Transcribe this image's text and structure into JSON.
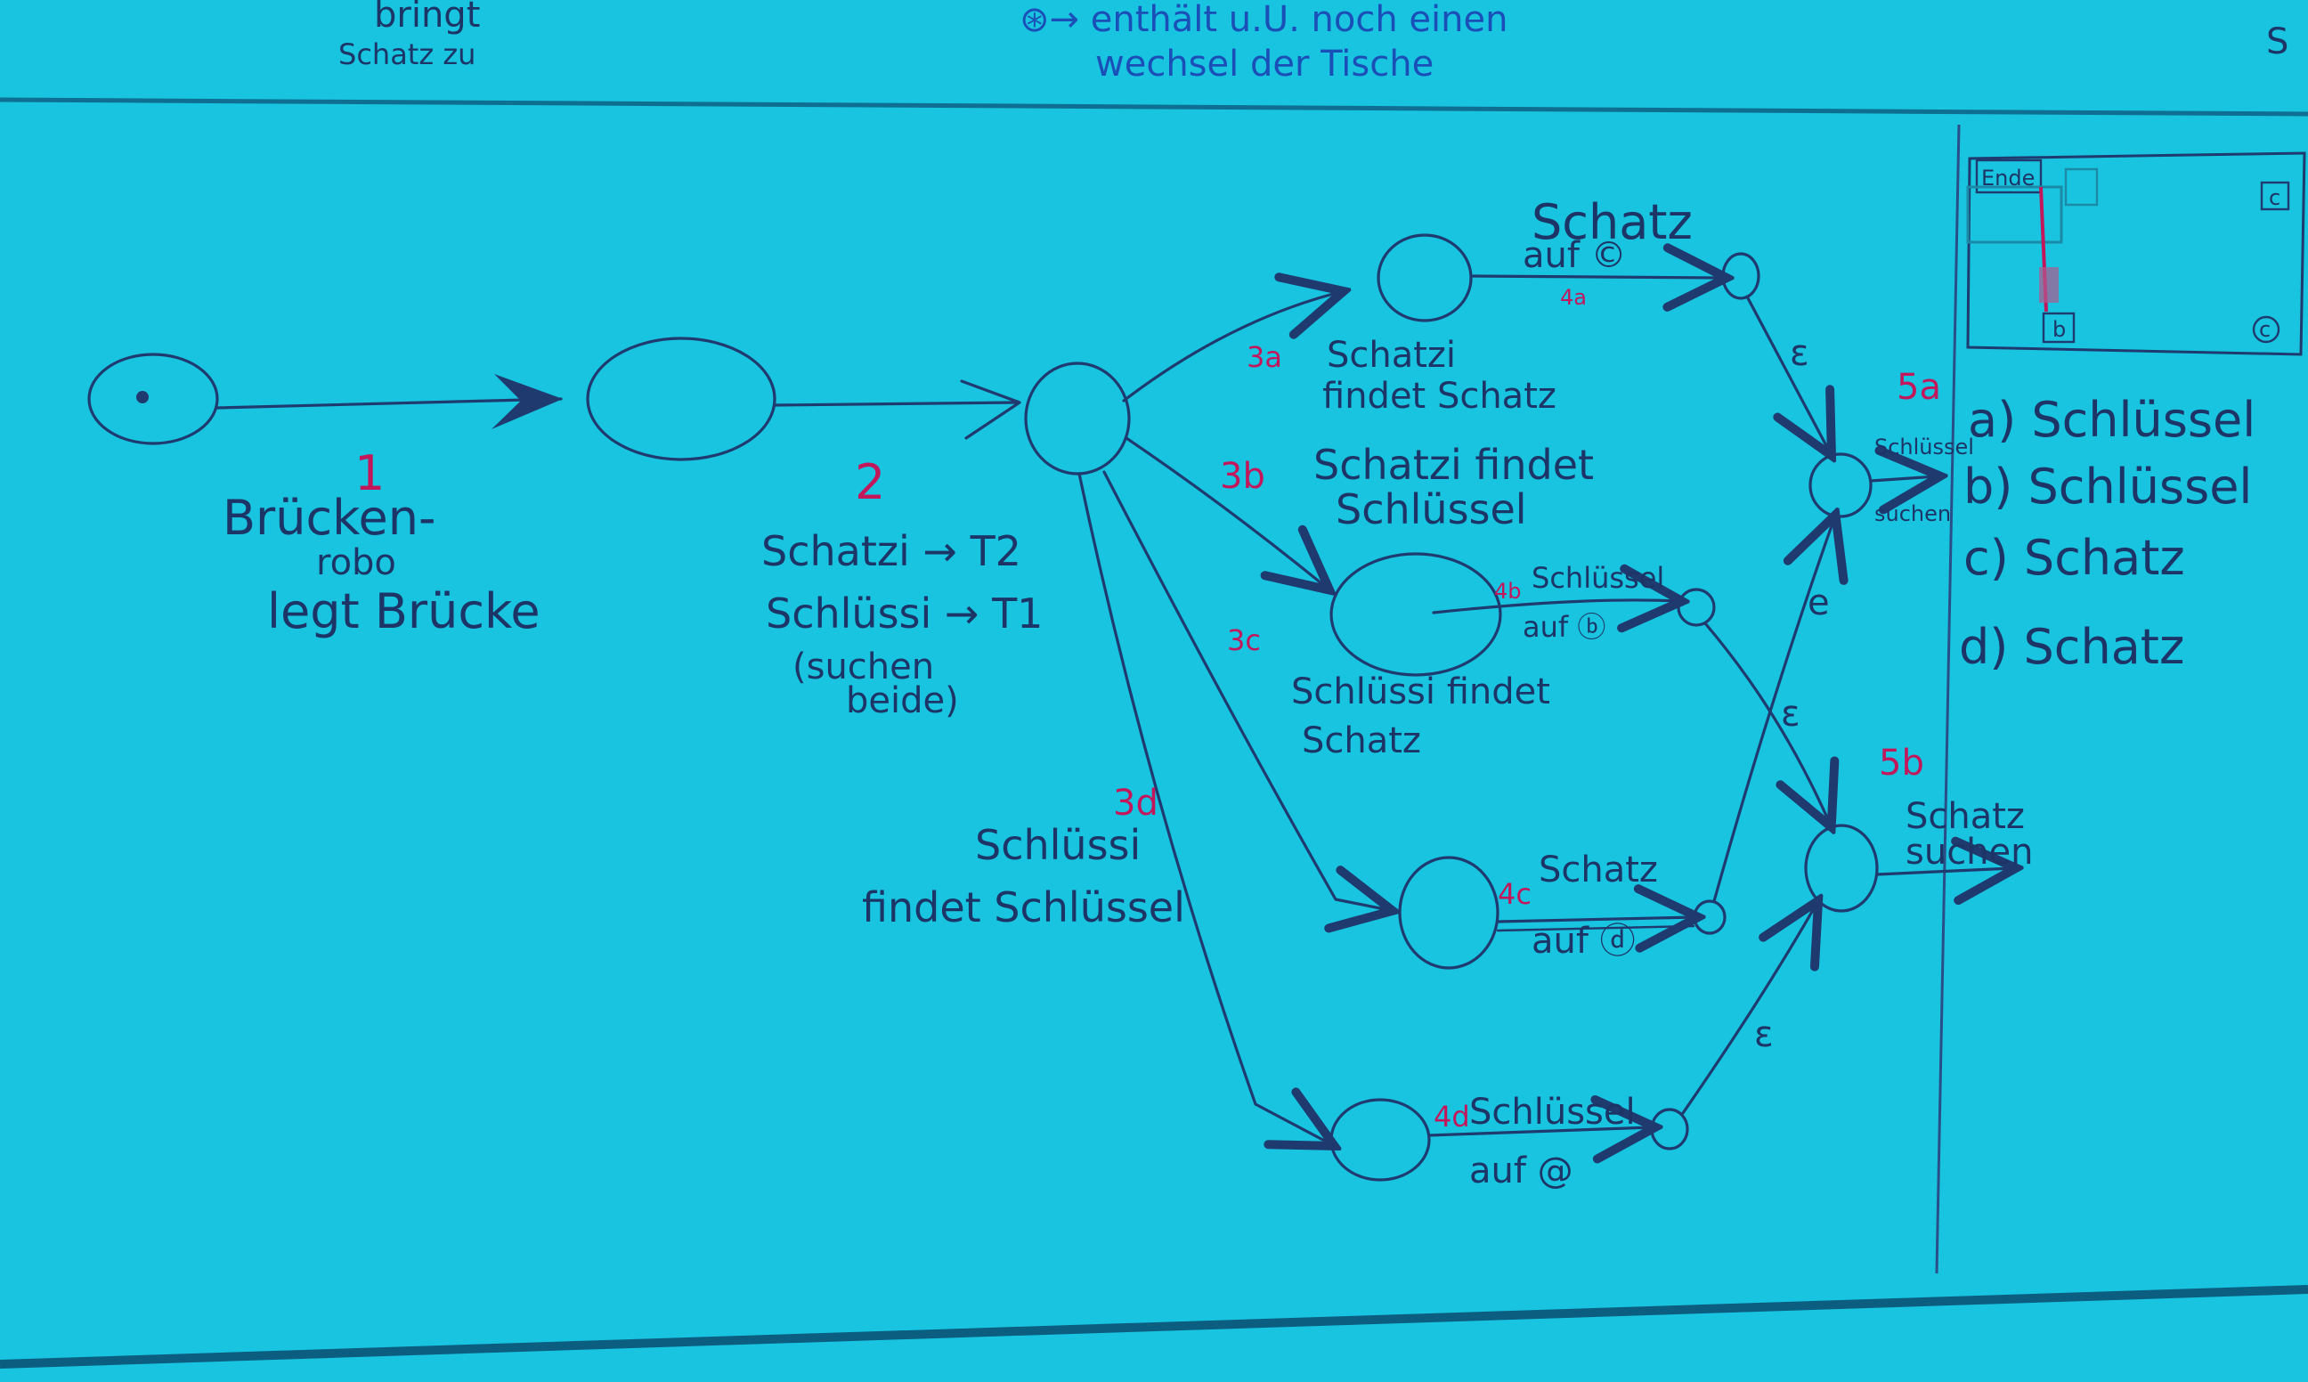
{
  "top_strip": {
    "left_small": "Schatz zu",
    "bringt": "bringt",
    "note_line1": "⊛→ enthält u.U. noch einen",
    "note_line2": "wechsel der Tische",
    "right_fragment": "S"
  },
  "steps": {
    "s1_num": "1",
    "s1_line1": "Brücken-",
    "s1_line2": "robo",
    "s1_line3": "legt Brücke",
    "s2_num": "2",
    "s2_line1": "Schatzi → T2",
    "s2_line2": "Schlüssi → T1",
    "s2_line3": "(suchen",
    "s2_line4": "beide)"
  },
  "branches": {
    "b3a_num": "3a",
    "b3a_line1": "Schatzi",
    "b3a_line2": "findet Schatz",
    "b3b_num": "3b",
    "b3b_line1": "Schatzi findet",
    "b3b_line2": "Schlüssel",
    "b3c_num": "3c",
    "b3c_line1": "Schlüssi findet",
    "b3c_line2": "Schatz",
    "b3d_num": "3d",
    "b3d_line1": "Schlüssi",
    "b3d_line2": "findet Schlüssel"
  },
  "edges": {
    "e4a_top": "Schatz",
    "e4a_bottom": "auf ©",
    "e4a_num": "4a",
    "e4b_num": "4b",
    "e4b_top": "Schlüssel",
    "e4b_bottom": "auf ⓑ",
    "e4c_num": "4c",
    "e4c_top": "Schatz",
    "e4c_bottom": "auf ⓓ",
    "e4d_num": "4d",
    "e4d_top": "Schlüssel",
    "e4d_bottom": "auf @",
    "eps1": "ε",
    "eps2": "e",
    "eps3": "ε",
    "eps4": "ε",
    "s5a_num": "5a",
    "s5a_top": "Schlüssel",
    "s5a_bottom": "suchen",
    "s5b_num": "5b",
    "s5b_line1": "Schatz",
    "s5b_line2": "suchen"
  },
  "legend": {
    "a": "a) Schlüssel",
    "b": "b) Schlüssel",
    "c": "c) Schatz",
    "d": "d) Schatz"
  },
  "map": {
    "ende": "Ende",
    "c_box": "c",
    "b_box": "b",
    "c_circle": "c"
  },
  "colors": {
    "board": "#18c4e0",
    "ink": "#1f3a6e",
    "red_marker": "#c2185b"
  }
}
